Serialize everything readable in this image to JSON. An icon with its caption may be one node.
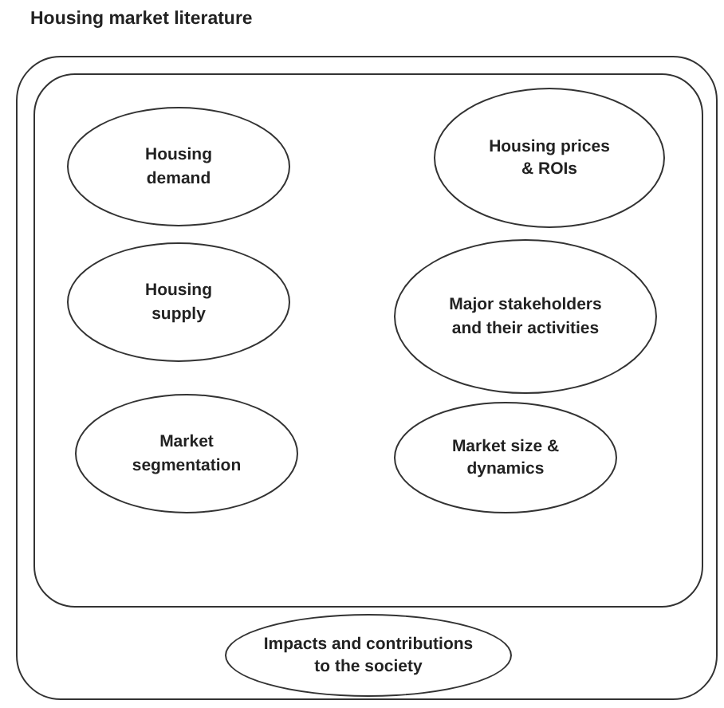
{
  "diagram": {
    "nodes": [
      {
        "text": [
          "Housing market literature"
        ]
      },
      {
        "text": [],
        "shape": "box",
        "in": 0
      },
      {
        "text": [
          "Housing demand"
        ],
        "in": 1
      },
      {
        "text": [
          "Housing prices & ROIs"
        ],
        "in": 1
      },
      {
        "text": [
          "Housing supply"
        ],
        "in": 1
      },
      {
        "text": [
          "Major stakeholders and their activities"
        ],
        "in": 1
      },
      {
        "text": [
          "Market segmentation"
        ],
        "in": 1
      },
      {
        "text": [
          "Market size & dynamics"
        ],
        "in": 1
      },
      {
        "text": [
          "Impacts and contributions to the society"
        ],
        "in": 0
      }
    ]
  }
}
